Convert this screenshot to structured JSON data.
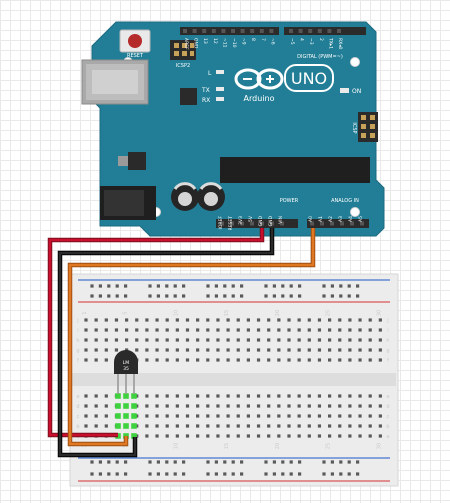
{
  "board": {
    "reset_label": "RESET",
    "icsp2_label": "ICSP2",
    "l_label": "L",
    "tx_label": "TX",
    "rx_label": "RX",
    "on_label": "ON",
    "icsp_label": "ICSP",
    "logo_text": "UNO",
    "brand_text": "Arduino",
    "digital_header": "DIGITAL (PWM=~)",
    "power_header": "POWER",
    "analog_header": "ANALOG IN",
    "digital_pins": [
      "AREF",
      "GND",
      "13",
      "12",
      "~11",
      "~10",
      "~9",
      "8",
      "7",
      "~6",
      "~5",
      "4",
      "~3",
      "2",
      "TX▸1",
      "RX◂0"
    ],
    "power_pins": [
      "IOREF",
      "RESET",
      "3V3",
      "5V",
      "GND",
      "GND",
      "VIN"
    ],
    "analog_pins": [
      "A0",
      "A1",
      "A2",
      "A3",
      "A4",
      "A5"
    ]
  },
  "breadboard": {
    "column_numbers": [
      "1",
      "5",
      "10",
      "15",
      "20",
      "25",
      "30"
    ],
    "row_letters_top": [
      "j",
      "i",
      "h",
      "g",
      "f"
    ],
    "row_letters_bottom": [
      "e",
      "d",
      "c",
      "b",
      "a"
    ]
  },
  "sensor": {
    "label_line1": "LM",
    "label_line2": "35"
  },
  "wires": [
    {
      "from": "5V",
      "color": "#c8102e"
    },
    {
      "from": "GND",
      "color": "#1a1a1a"
    },
    {
      "from": "A0",
      "color": "#e07722"
    }
  ]
}
